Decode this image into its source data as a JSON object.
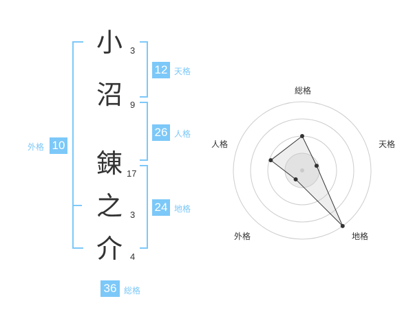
{
  "name": {
    "characters": [
      {
        "char": "小",
        "strokes": "3"
      },
      {
        "char": "沼",
        "strokes": "9"
      },
      {
        "char": "錬",
        "strokes": "17"
      },
      {
        "char": "之",
        "strokes": "3"
      },
      {
        "char": "介",
        "strokes": "4"
      }
    ]
  },
  "fortunes": {
    "tenkaku": {
      "label": "天格",
      "value": "12"
    },
    "jinkaku": {
      "label": "人格",
      "value": "26"
    },
    "chikaku": {
      "label": "地格",
      "value": "24"
    },
    "gaikaku": {
      "label": "外格",
      "value": "10"
    },
    "soukaku": {
      "label": "総格",
      "value": "36"
    }
  },
  "colors": {
    "accent": "#7cc8f8",
    "text": "#333333",
    "ring": "#cccccc",
    "fill": "#eeeeee"
  },
  "chart_data": {
    "type": "radar",
    "axes": [
      "総格",
      "天格",
      "地格",
      "外格",
      "人格"
    ],
    "values": [
      0.5,
      0.22,
      1.0,
      0.16,
      0.48
    ],
    "rings": 4,
    "range": [
      0,
      1
    ]
  }
}
